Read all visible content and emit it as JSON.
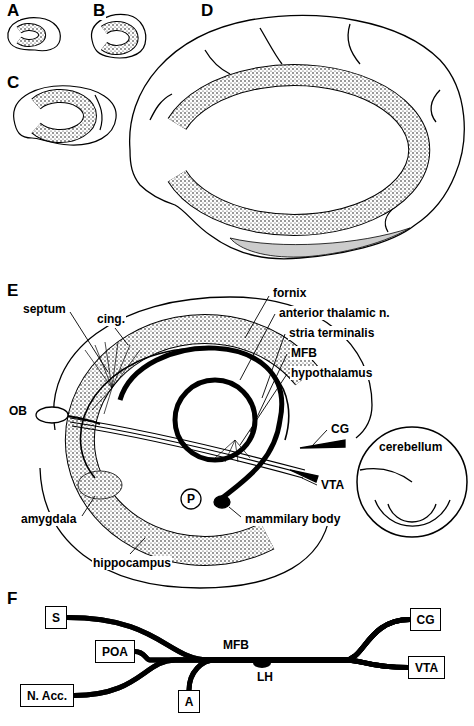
{
  "diagram": {
    "nodes": [
      {
        "text": [
          "P"
        ]
      },
      {
        "text": [
          "S"
        ]
      },
      {
        "text": [
          "CG"
        ]
      },
      {
        "text": [
          "POA"
        ]
      },
      {
        "text": [
          "VTA"
        ]
      },
      {
        "text": [
          "N. Acc."
        ]
      },
      {
        "text": [
          "A"
        ]
      }
    ],
    "edges": [
      {
        "from": 1,
        "to": 2,
        "arrow": "none"
      },
      {
        "from": 1,
        "to": 4,
        "arrow": "none"
      },
      {
        "from": 3,
        "to": 2,
        "arrow": "none"
      },
      {
        "from": 3,
        "to": 4,
        "arrow": "none"
      },
      {
        "from": 5,
        "to": 2,
        "arrow": "none"
      },
      {
        "from": 5,
        "to": 4,
        "arrow": "none"
      },
      {
        "from": 6,
        "to": 2,
        "arrow": "none"
      },
      {
        "from": 6,
        "to": 4,
        "arrow": "none"
      }
    ],
    "labels": [
      "A",
      "B",
      "C",
      "D",
      "E",
      "septum",
      "cing.",
      "fornix",
      "anterior thalamic n.",
      "stria terminalis",
      "MFB",
      "hypothalamus",
      "OB",
      "CG",
      "cerebellum",
      "VTA",
      "amygdala",
      "mammilary body",
      "hippocampus",
      "F",
      "MFB",
      "LH"
    ]
  }
}
